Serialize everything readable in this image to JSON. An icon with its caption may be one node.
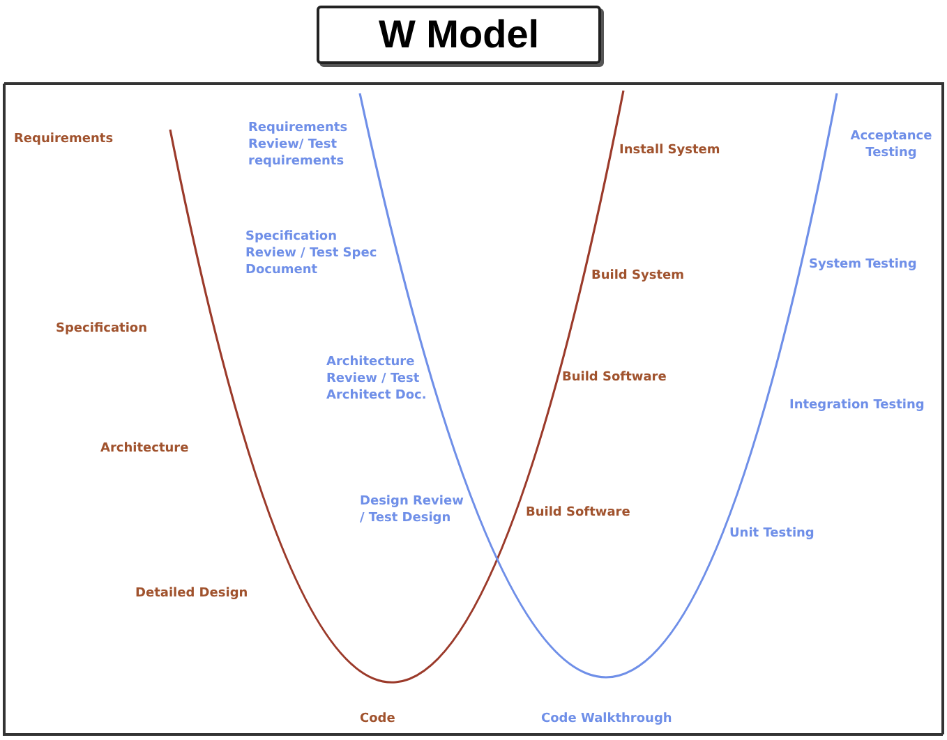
{
  "diagram": {
    "title": "W Model",
    "labels": [
      "Requirements",
      "Requirements Review/ Test requirements",
      "Install System",
      "Acceptance Testing",
      "Specification Review / Test Spec Document",
      "Build System",
      "System Testing",
      "Specification",
      "Architecture Review / Test Architect Doc.",
      "Build Software",
      "Integration Testing",
      "Architecture",
      "Design Review / Test Design",
      "Build Software",
      "Unit Testing",
      "Detailed Design",
      "Code",
      "Code Walkthrough"
    ]
  }
}
